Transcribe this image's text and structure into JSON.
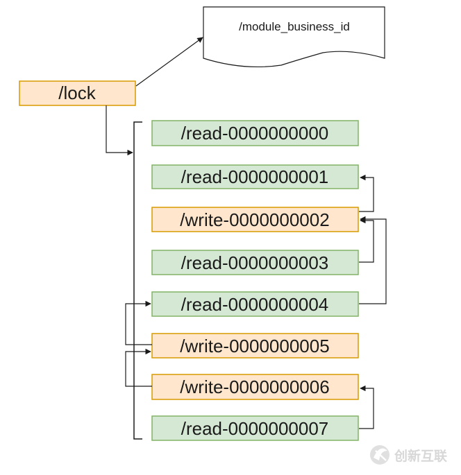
{
  "colors": {
    "read_fill": "#d5e8d4",
    "read_stroke": "#82b366",
    "write_fill": "#ffe6cc",
    "write_stroke": "#d79b00",
    "lock_fill": "#ffe6cc",
    "lock_stroke": "#d79b00",
    "line": "#1a1a1a",
    "text": "#1a1a1a"
  },
  "document_node": {
    "label": "/module_business_id"
  },
  "lock_node": {
    "label": "/lock"
  },
  "children": [
    {
      "label": "/read-0000000000",
      "kind": "read"
    },
    {
      "label": "/read-0000000001",
      "kind": "read"
    },
    {
      "label": "/write-0000000002",
      "kind": "write"
    },
    {
      "label": "/read-0000000003",
      "kind": "read"
    },
    {
      "label": "/read-0000000004",
      "kind": "read"
    },
    {
      "label": "/write-0000000005",
      "kind": "write"
    },
    {
      "label": "/write-0000000006",
      "kind": "write"
    },
    {
      "label": "/read-0000000007",
      "kind": "read"
    }
  ],
  "watermark": {
    "text": "创新互联",
    "icon": "swirl-logo-icon"
  }
}
